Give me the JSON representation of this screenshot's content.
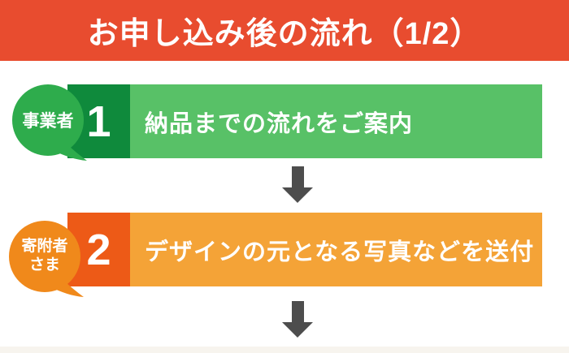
{
  "header": {
    "title": "お申し込み後の流れ（1/2）",
    "bg_color": "#e84c2f",
    "text_color": "#ffffff"
  },
  "steps": [
    {
      "number": "1",
      "label": "納品までの流れをご案内",
      "actor": "事業者",
      "actor_lines": [
        "事業者"
      ],
      "bubble_color": "#2eac4c",
      "number_bg": "#0f8a3c",
      "bar_bg": "#58c167"
    },
    {
      "number": "2",
      "label": "デザインの元となる写真などを送付",
      "actor": "寄附者さま",
      "actor_lines": [
        "寄附者",
        "さま"
      ],
      "bubble_color": "#f0891b",
      "number_bg": "#ed5a17",
      "bar_bg": "#f4a337"
    }
  ],
  "arrow": {
    "color": "#4d4d4d",
    "direction": "down"
  },
  "palette": {
    "background": "#ffffff",
    "bottom_edge": "#f7f4ee"
  }
}
